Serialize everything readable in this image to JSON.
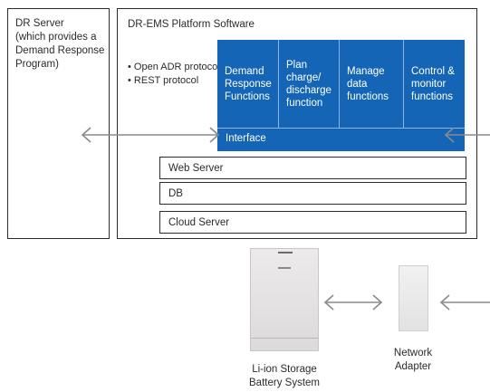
{
  "dr_server": {
    "text": "DR Server\n(which provides a\nDemand Response\nProgram)"
  },
  "platform": {
    "title": "DR-EMS Platform Software",
    "protocols": [
      "• Open ADR protocol",
      "• REST protocol"
    ],
    "functions": [
      "Demand\nResponse\nFunctions",
      "Plan\ncharge/\ndischarge\nfunction",
      "Manage\ndata\nfunctions",
      "Control &\nmonitor\nfunctions"
    ],
    "interface_label": "Interface",
    "layers": [
      "Web Server",
      "DB",
      "Cloud Server"
    ]
  },
  "devices": {
    "battery_label": "Li-ion Storage\nBattery System",
    "adapter_label": "Network\nAdapter"
  },
  "colors": {
    "accent_blue": "#1565b6",
    "arrow_gray": "#8a8a8a"
  }
}
